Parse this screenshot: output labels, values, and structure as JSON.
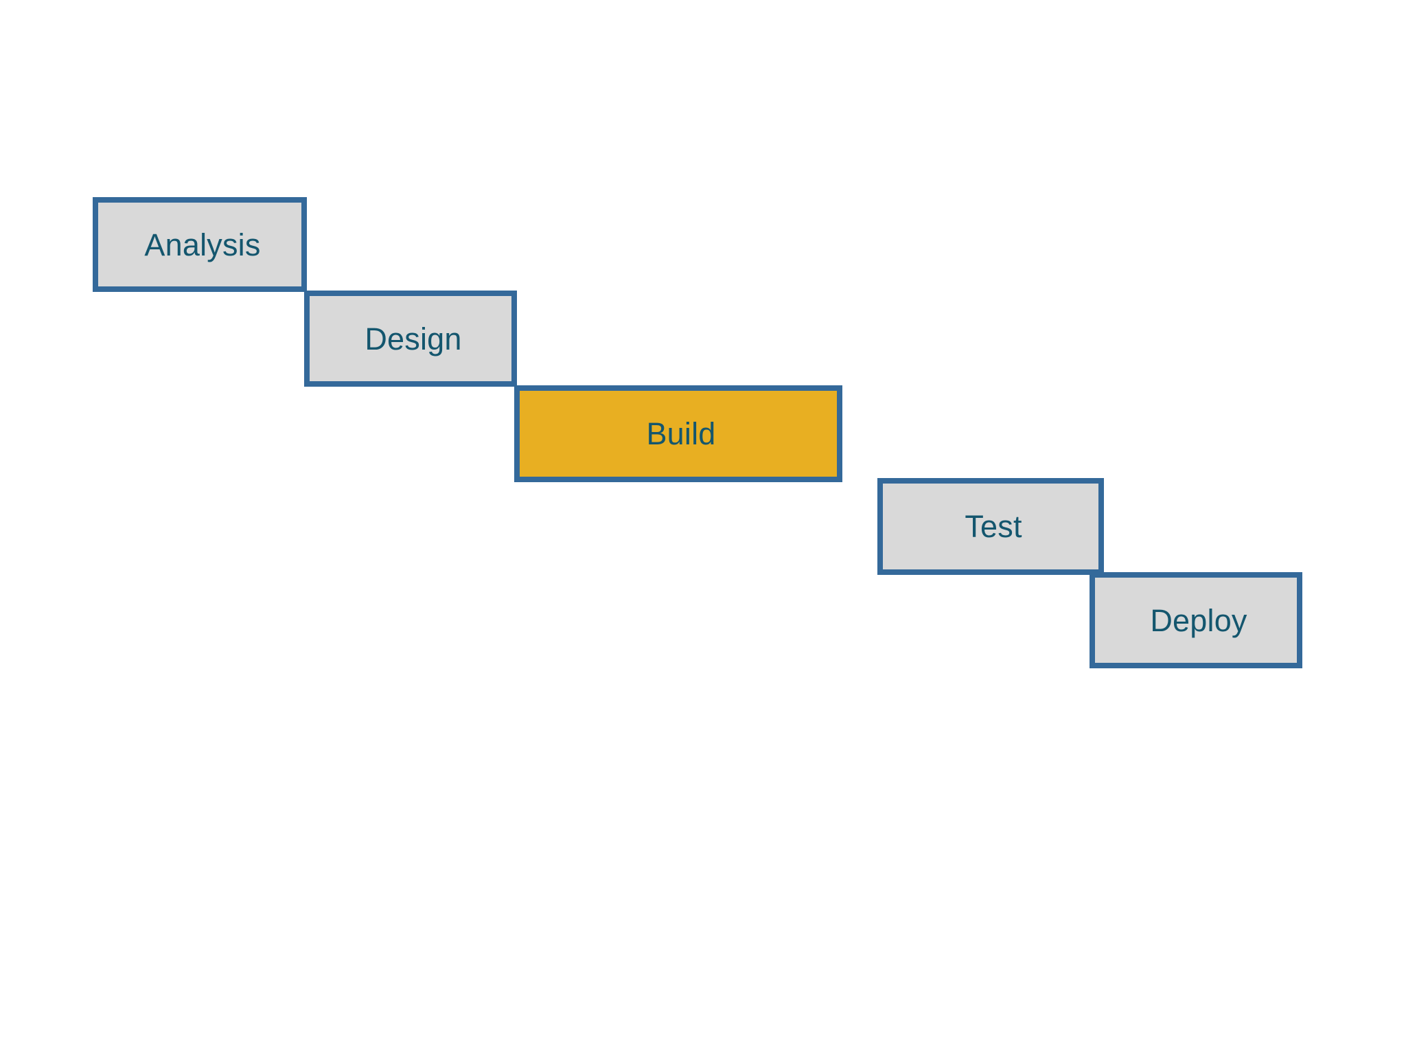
{
  "diagram": {
    "type": "waterfall-staircase",
    "background_color": "#FFFFFF",
    "phases": [
      {
        "id": "analysis",
        "label": "Analysis",
        "order": 1,
        "state": "normal",
        "fill_color": "#D9D9D9",
        "border_color": "#34699A",
        "text_color": "#14566E"
      },
      {
        "id": "design",
        "label": "Design",
        "order": 2,
        "state": "normal",
        "fill_color": "#D9D9D9",
        "border_color": "#34699A",
        "text_color": "#14566E"
      },
      {
        "id": "build",
        "label": "Build",
        "order": 3,
        "state": "highlighted",
        "fill_color": "#E8AF22",
        "border_color": "#34699A",
        "text_color": "#14566E"
      },
      {
        "id": "test",
        "label": "Test",
        "order": 4,
        "state": "normal",
        "fill_color": "#D9D9D9",
        "border_color": "#34699A",
        "text_color": "#14566E"
      },
      {
        "id": "deploy",
        "label": "Deploy",
        "order": 5,
        "state": "normal",
        "fill_color": "#D9D9D9",
        "border_color": "#34699A",
        "text_color": "#14566E"
      }
    ]
  }
}
